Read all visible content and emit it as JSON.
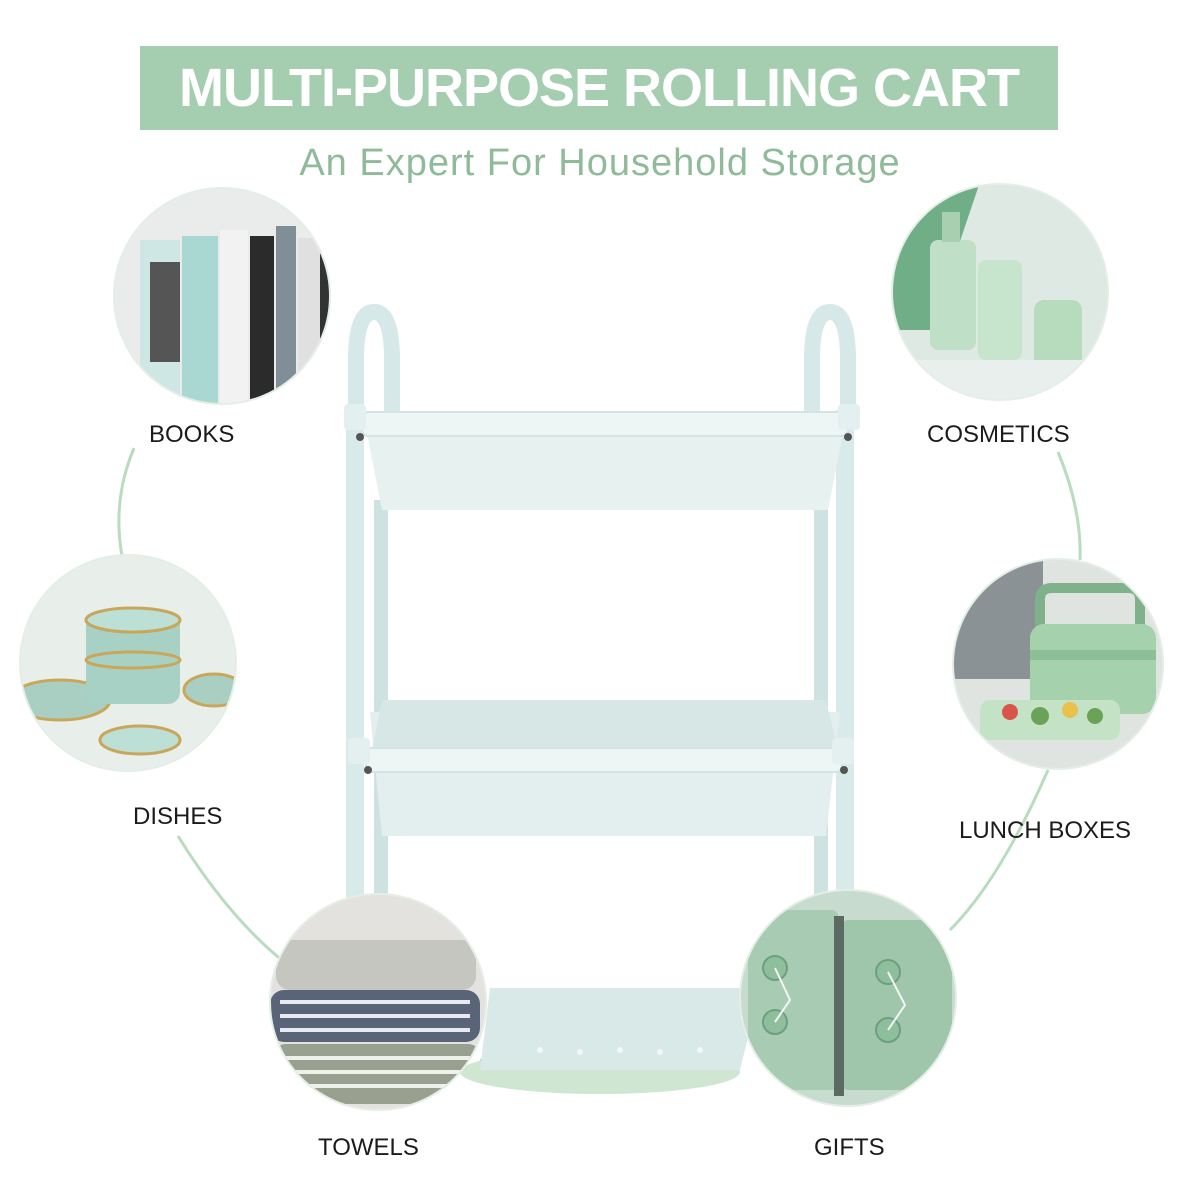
{
  "header": {
    "title": "MULTI-PURPOSE ROLLING CART",
    "subtitle": "An Expert For Household Storage"
  },
  "colors": {
    "banner": "#a5ceb0",
    "subtitle": "#8fbb9a",
    "accent_line": "#b8dcbd",
    "cart": "#e4f0ef"
  },
  "categories": {
    "books": "BOOKS",
    "cosmetics": "COSMETICS",
    "dishes": "DISHES",
    "lunch_boxes": "LUNCH BOXES",
    "towels": "TOWELS",
    "gifts": "GIFTS"
  }
}
